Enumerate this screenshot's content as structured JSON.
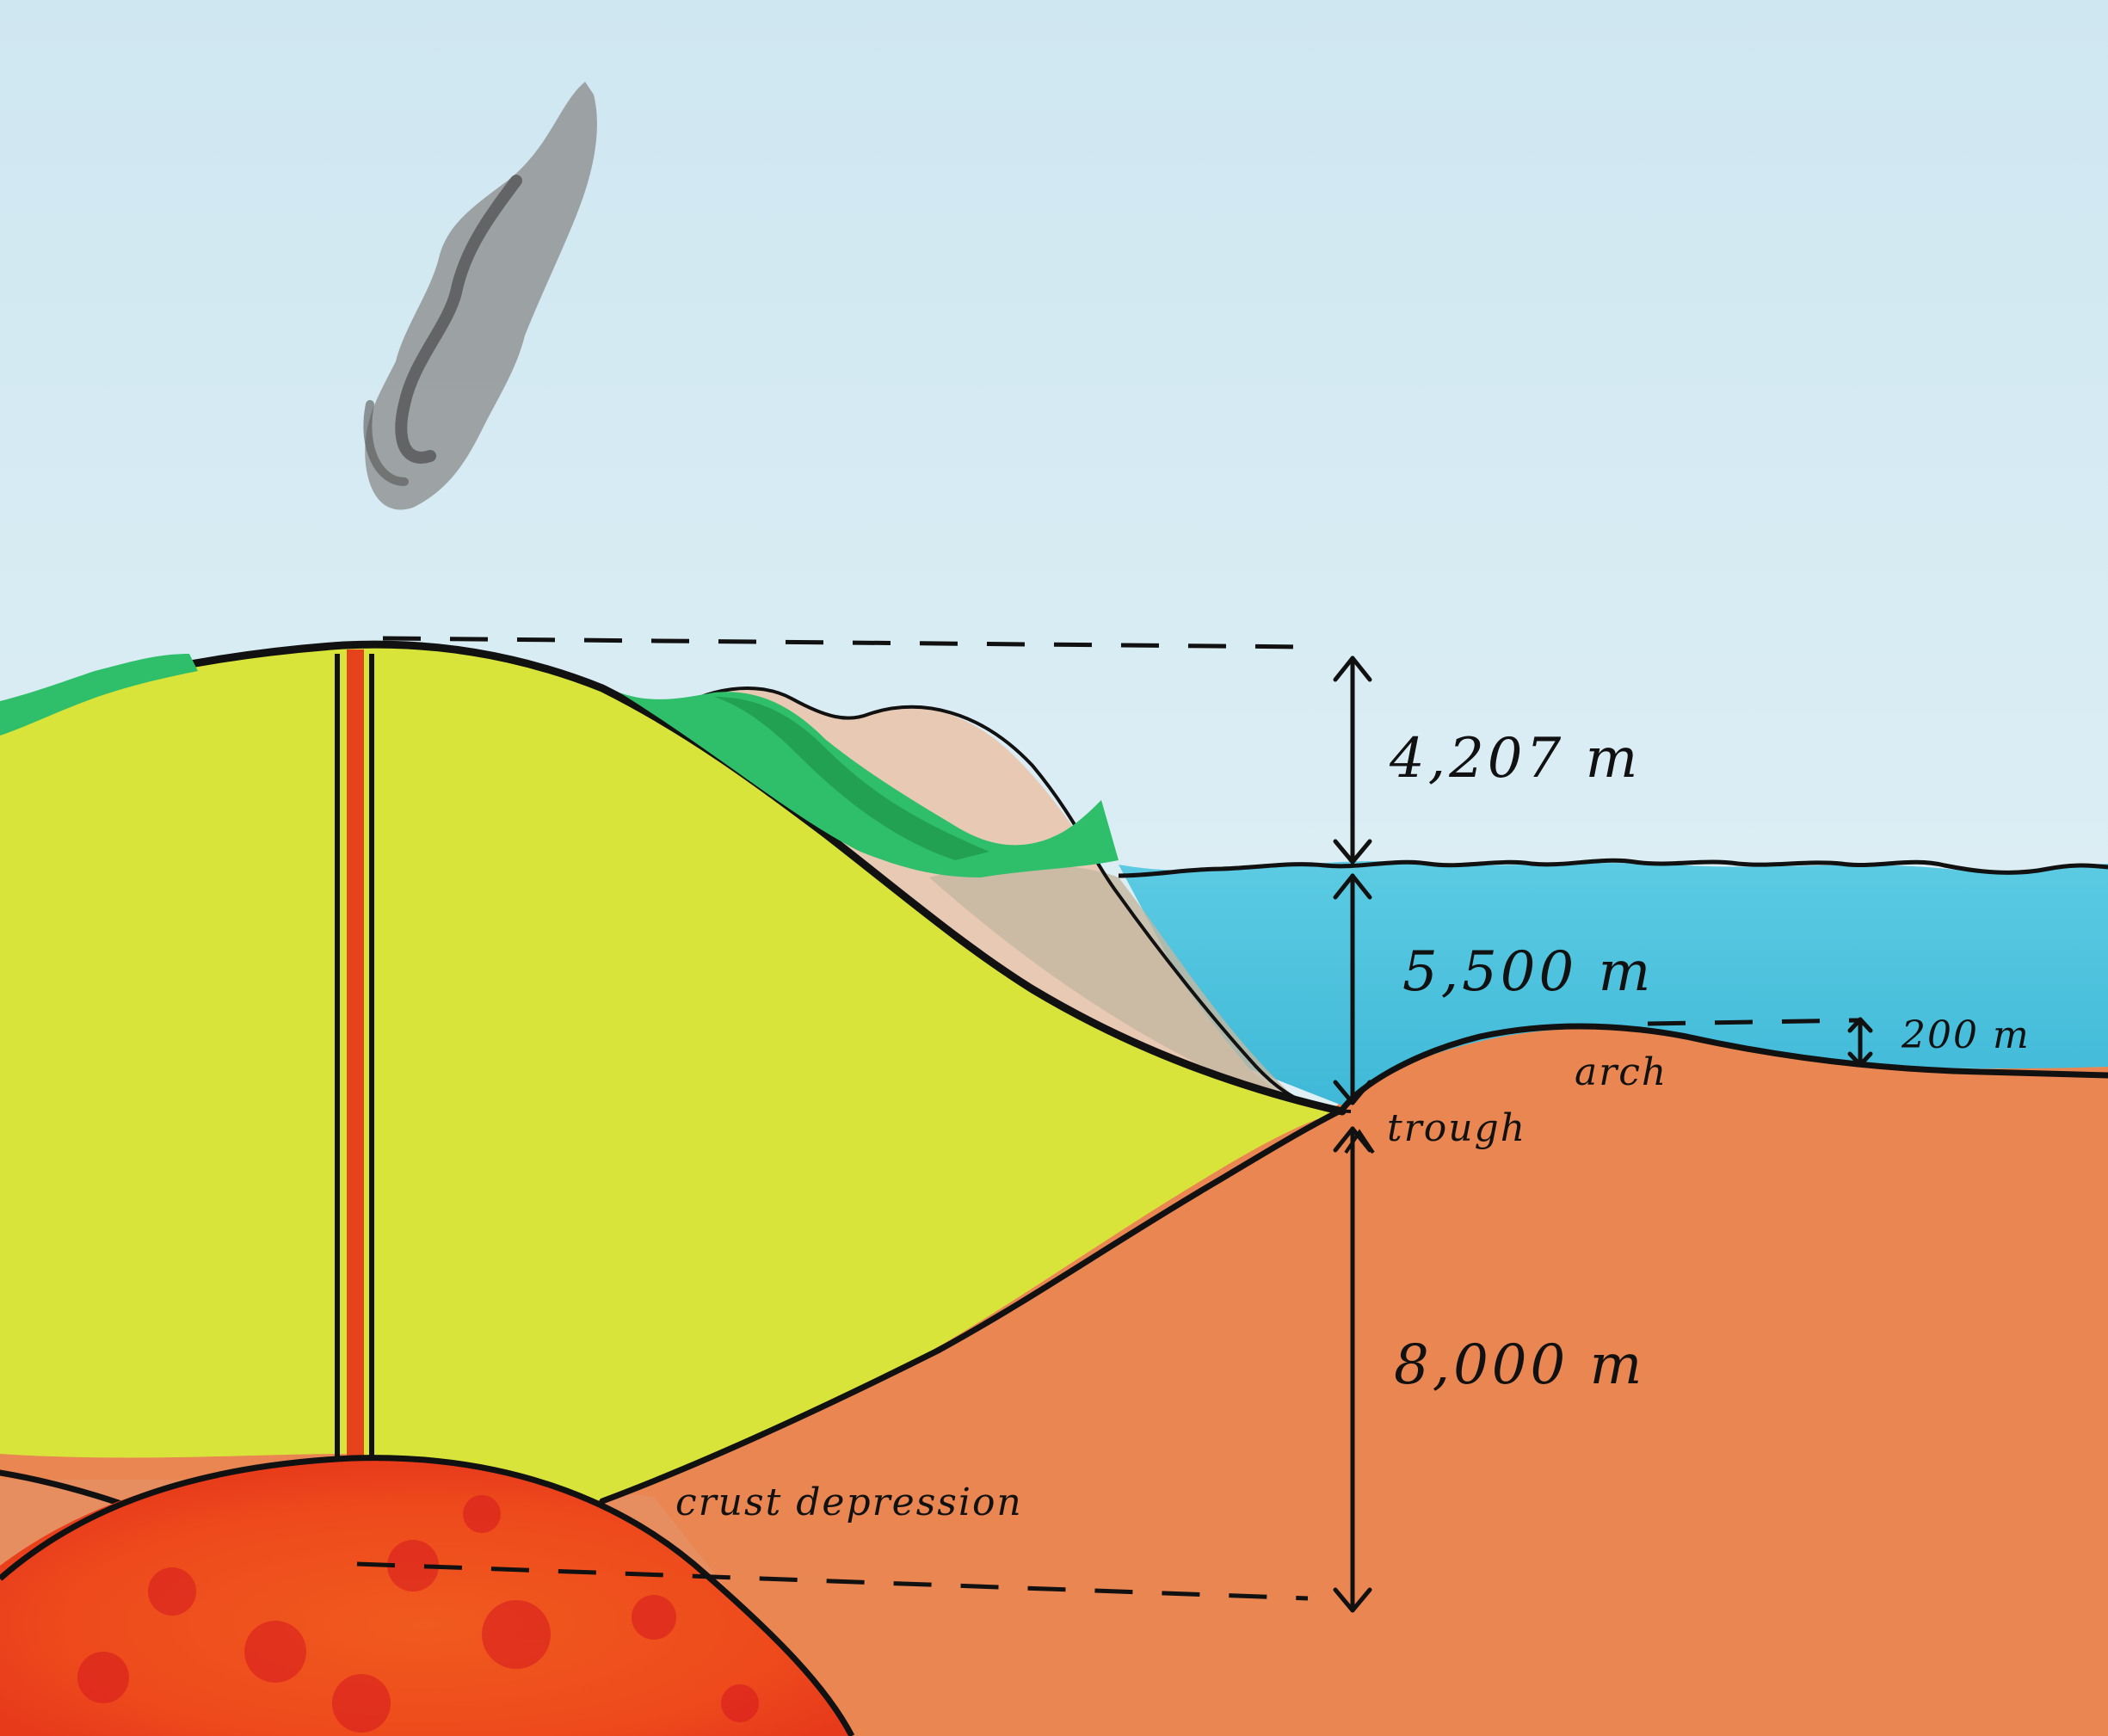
{
  "labels": {
    "height_above_sea": "4,207 m",
    "ocean_depth": "5,500 m",
    "arch_height": "200 m",
    "arch": "arch",
    "trough": "trough",
    "crust_depth": "8,000 m",
    "crust_depression": "crust depression"
  },
  "colors": {
    "sky_top": "#cfe7f1",
    "sky_bottom": "#eef5f6",
    "ocean": "#4cc3df",
    "volcano": "#d8e43a",
    "crust": "#e98652",
    "magma": "#f05a1e",
    "conduit": "#e5431c",
    "vegetation": "#2fbf6a",
    "ash": "#6e6e6e",
    "outline": "#111111"
  }
}
